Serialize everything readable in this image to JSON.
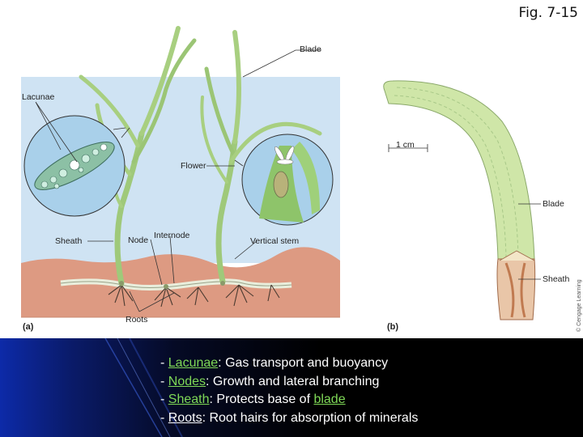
{
  "figure_number": "Fig. 7-15",
  "panel_a": {
    "label": "(a)",
    "callouts": {
      "lacunae": "Lacunae",
      "blade": "Blade",
      "flower": "Flower",
      "sheath": "Sheath",
      "node": "Node",
      "internode": "Internode",
      "vertical_stem": "Vertical stem",
      "roots": "Roots"
    }
  },
  "panel_b": {
    "label": "(b)",
    "scale_bar": "1 cm",
    "callouts": {
      "blade": "Blade",
      "sheath": "Sheath"
    },
    "credit": "© Cengage Learning"
  },
  "notes": [
    {
      "prefix": "- ",
      "term": "Lacunae",
      "text": ": Gas transport and buoyancy"
    },
    {
      "prefix": "- ",
      "term": "Nodes",
      "text": ": Growth and lateral branching"
    },
    {
      "prefix": "- ",
      "term": "Sheath",
      "text": ": Protects base of ",
      "term2": "blade"
    },
    {
      "prefix": "- ",
      "term": "Roots",
      "text": ": Root hairs for absorption of minerals"
    }
  ],
  "colors": {
    "water": "#cfe3f3",
    "sediment": "#dd9a82",
    "leaf": "#b7d78c",
    "note_term": "#7fd957",
    "band_blue": "#0d2aa8"
  }
}
